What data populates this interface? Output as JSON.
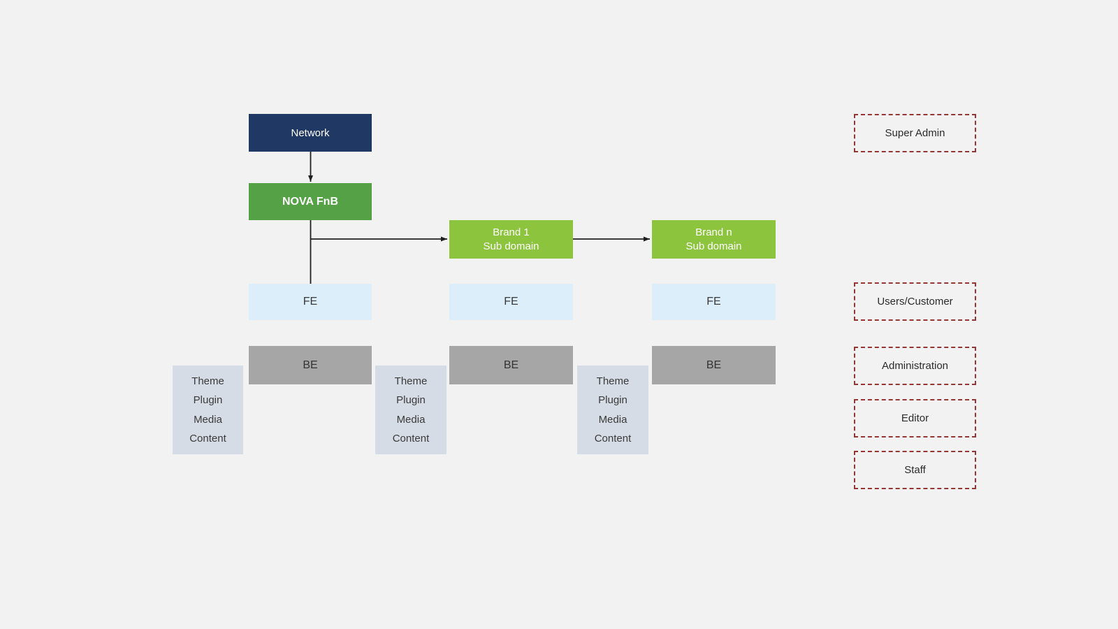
{
  "colors": {
    "background": "#f2f2f2",
    "network": "#203864",
    "nova": "#55a246",
    "brand": "#8dc43d",
    "fe": "#ddeefb",
    "be": "#a6a6a6",
    "stack": "#d6dce5",
    "role_border": "#943634",
    "connector": "#1f1f1f"
  },
  "nodes": {
    "network": {
      "label": "Network"
    },
    "nova": {
      "label": "NOVA FnB"
    },
    "brand1": {
      "line1": "Brand 1",
      "line2": "Sub domain"
    },
    "brandn": {
      "line1": "Brand n",
      "line2": "Sub domain"
    },
    "fe_label": "FE",
    "be_label": "BE"
  },
  "stack": {
    "items": [
      "Theme",
      "Plugin",
      "Media",
      "Content"
    ]
  },
  "roles": [
    {
      "label": "Super Admin"
    },
    {
      "label": "Users/Customer"
    },
    {
      "label": "Administration"
    },
    {
      "label": "Editor"
    },
    {
      "label": "Staff"
    }
  ]
}
